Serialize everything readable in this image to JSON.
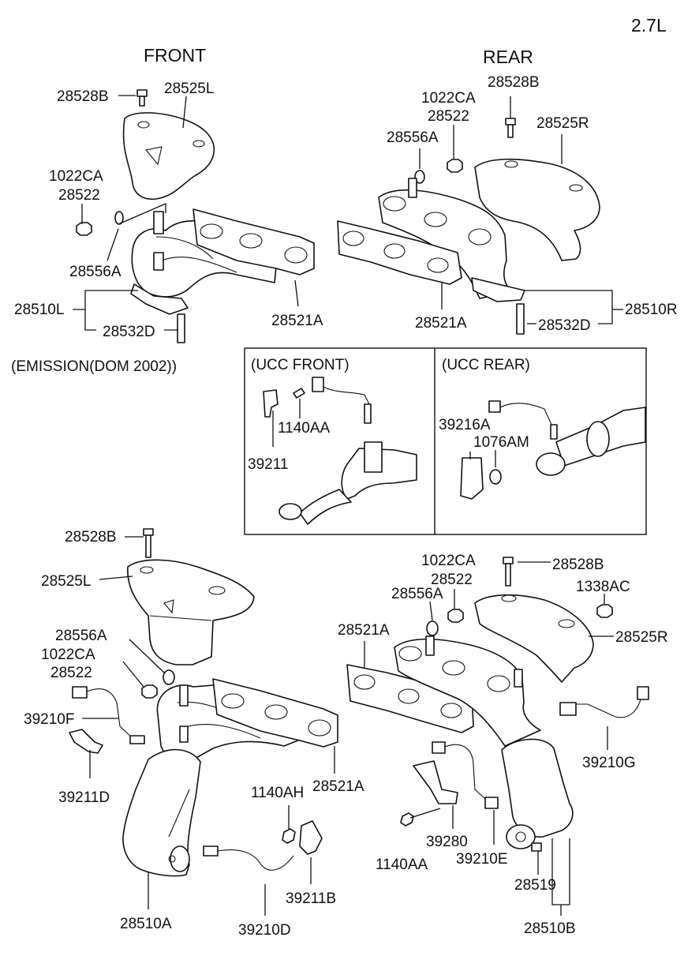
{
  "diagram": {
    "engine": "2.7L",
    "sections": {
      "front": "FRONT",
      "rear": "REAR",
      "emission": "(EMISSION(DOM 2002))",
      "ucc_front": "(UCC FRONT)",
      "ucc_rear": "(UCC REAR)"
    },
    "labels": {
      "top_front": [
        "28528B",
        "28525L",
        "1022CA",
        "28522",
        "28556A",
        "28510L",
        "28532D",
        "28521A"
      ],
      "top_rear": [
        "1022CA",
        "28522",
        "28528B",
        "28525R",
        "28556A",
        "28521A",
        "28532D",
        "28510R"
      ],
      "ucc_front": [
        "1140AA",
        "39211"
      ],
      "ucc_rear": [
        "39216A",
        "1076AM"
      ],
      "bottom_front": [
        "28528B",
        "28525L",
        "28556A",
        "1022CA",
        "28522",
        "39210F",
        "39211D",
        "28521A",
        "1140AH",
        "39211B",
        "28510A",
        "39210D"
      ],
      "bottom_rear": [
        "1022CA",
        "28522",
        "28528B",
        "28556A",
        "1338AC",
        "28521A",
        "28525R",
        "39210G",
        "39280",
        "1140AA",
        "39210E",
        "28519",
        "28510B"
      ]
    }
  }
}
